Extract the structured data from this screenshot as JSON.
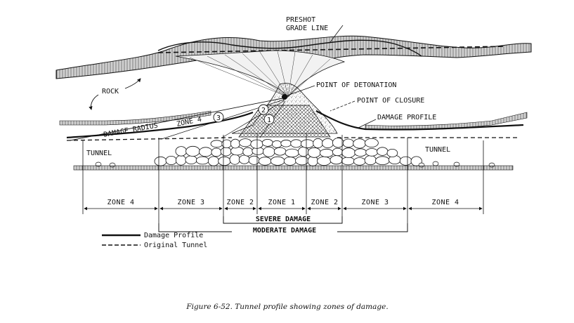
{
  "labels": {
    "preshot_line1": "PRESHOT",
    "preshot_line2": "GRADE LINE",
    "rock": "ROCK",
    "point_of_detonation": "POINT OF DETONATION",
    "point_of_closure": "POINT OF CLOSURE",
    "damage_profile": "DAMAGE PROFILE",
    "damage_radius": "DAMAGE RADIUS",
    "zone4_radius": "ZONE 4",
    "tunnel_left": "TUNNEL",
    "tunnel_right": "TUNNEL",
    "radius_marks": [
      "3",
      "2",
      "1"
    ]
  },
  "zones": [
    "ZONE 4",
    "ZONE 3",
    "ZONE 2",
    "ZONE 1",
    "ZONE 2",
    "ZONE 3",
    "ZONE 4"
  ],
  "damage_brackets": {
    "severe": "SEVERE DAMAGE",
    "moderate": "MODERATE DAMAGE"
  },
  "legend": {
    "damage_profile": "Damage Profile",
    "original_tunnel": "Original Tunnel"
  },
  "caption": "Figure 6-52. Tunnel profile showing zones of damage."
}
